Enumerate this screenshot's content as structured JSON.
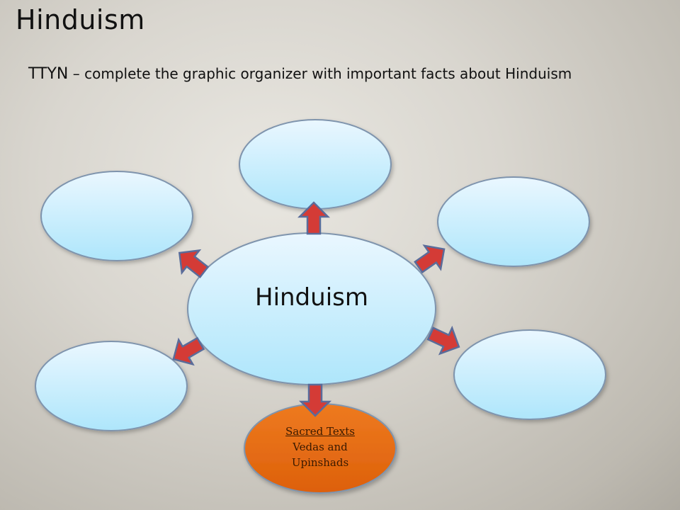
{
  "slide": {
    "title": "Hinduism",
    "subtitle_lead": "TTYN",
    "subtitle_rest": " – complete the graphic organizer with important facts about Hinduism"
  },
  "diagram": {
    "center": {
      "label": "Hinduism"
    },
    "outer_nodes": [
      {
        "id": "top",
        "lines": []
      },
      {
        "id": "upper-left",
        "lines": []
      },
      {
        "id": "upper-right",
        "lines": []
      },
      {
        "id": "lower-left",
        "lines": []
      },
      {
        "id": "lower-right",
        "lines": []
      },
      {
        "id": "bottom",
        "heading": "Sacred Texts",
        "lines": [
          "Vedas and",
          "Upinshads"
        ]
      }
    ]
  },
  "colors": {
    "node_fill_top": "#eaf7ff",
    "node_fill_bottom": "#aee6fb",
    "node_stroke": "#7f94ad",
    "arrow_fill": "#d43b36",
    "arrow_stroke": "#5a6c9a",
    "orange_fill": "#e5680f"
  }
}
